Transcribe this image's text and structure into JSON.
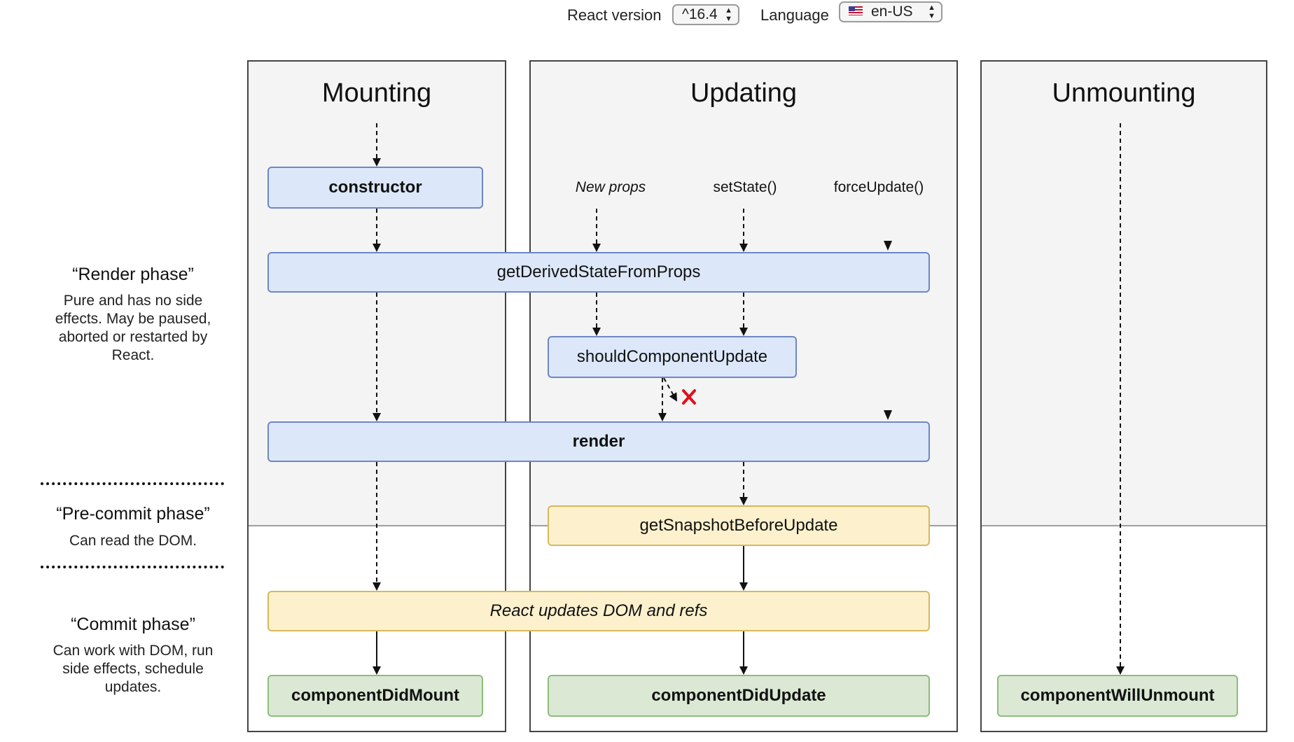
{
  "controls": {
    "react_version_label": "React version",
    "react_version_value": "^16.4",
    "language_label": "Language",
    "language_value": "en-US"
  },
  "columns": {
    "mounting": "Mounting",
    "updating": "Updating",
    "unmounting": "Unmounting"
  },
  "triggers": {
    "new_props": "New props",
    "set_state": "setState()",
    "force_update": "forceUpdate()"
  },
  "methods": {
    "constructor": "constructor",
    "get_derived_state_from_props": "getDerivedStateFromProps",
    "should_component_update": "shouldComponentUpdate",
    "render": "render",
    "get_snapshot_before_update": "getSnapshotBeforeUpdate",
    "react_updates_dom": "React updates DOM and refs",
    "component_did_mount": "componentDidMount",
    "component_did_update": "componentDidUpdate",
    "component_will_unmount": "componentWillUnmount"
  },
  "phases": {
    "render": {
      "title": "“Render phase”",
      "desc": "Pure and has no side effects. May be paused, aborted or restarted by React."
    },
    "precommit": {
      "title": "“Pre-commit phase”",
      "desc": "Can read the DOM."
    },
    "commit": {
      "title": "“Commit phase”",
      "desc": "Can work with DOM, run side effects, schedule updates."
    }
  },
  "colors": {
    "blue_fill": "#dce8f9",
    "yellow_fill": "#fdf1cd",
    "green_fill": "#dbe8d4",
    "cancel_mark": "#e0101a"
  },
  "icons": {
    "cancel": "cross-icon",
    "flag": "us-flag-icon"
  }
}
